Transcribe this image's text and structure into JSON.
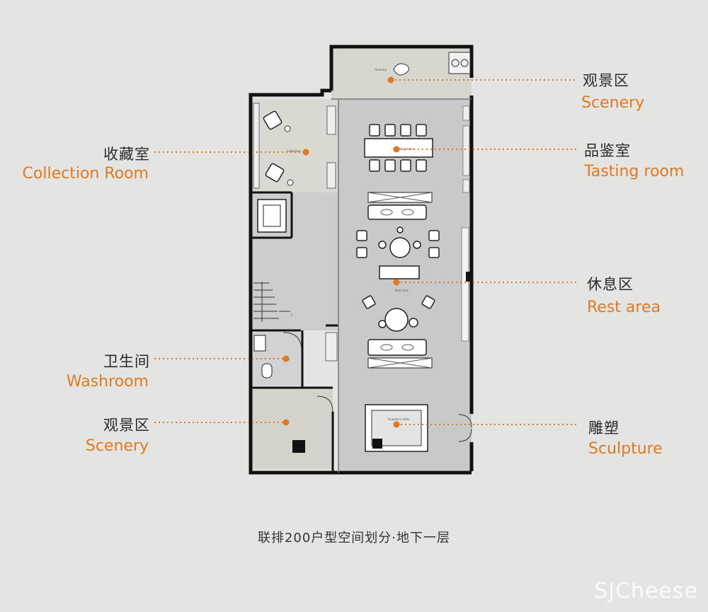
{
  "labels": {
    "scenery_top": {
      "cn": "观景区",
      "en": "Scenery"
    },
    "collection": {
      "cn": "收藏室",
      "en": "Collection Room"
    },
    "tasting": {
      "cn": "品鉴室",
      "en": "Tasting room"
    },
    "rest": {
      "cn": "休息区",
      "en": "Rest area"
    },
    "washroom": {
      "cn": "卫生间",
      "en": "Washroom"
    },
    "scenery_bottom": {
      "cn": "观景区",
      "en": "Scenery"
    },
    "sculpture": {
      "cn": "雕塑",
      "en": "Sculpture"
    }
  },
  "plan_text": {
    "scenery": "Scenery",
    "collection": "Collection",
    "tasting": "Tasting room",
    "rest": "Rest area",
    "sculpture": "Sculpture table",
    "stair_up": "上"
  },
  "caption": "联排200户型空间划分·地下一层",
  "watermark": "SJCheese",
  "colors": {
    "label_en": "#e07a22",
    "marker": "#e07a22",
    "wall": "#111111"
  }
}
